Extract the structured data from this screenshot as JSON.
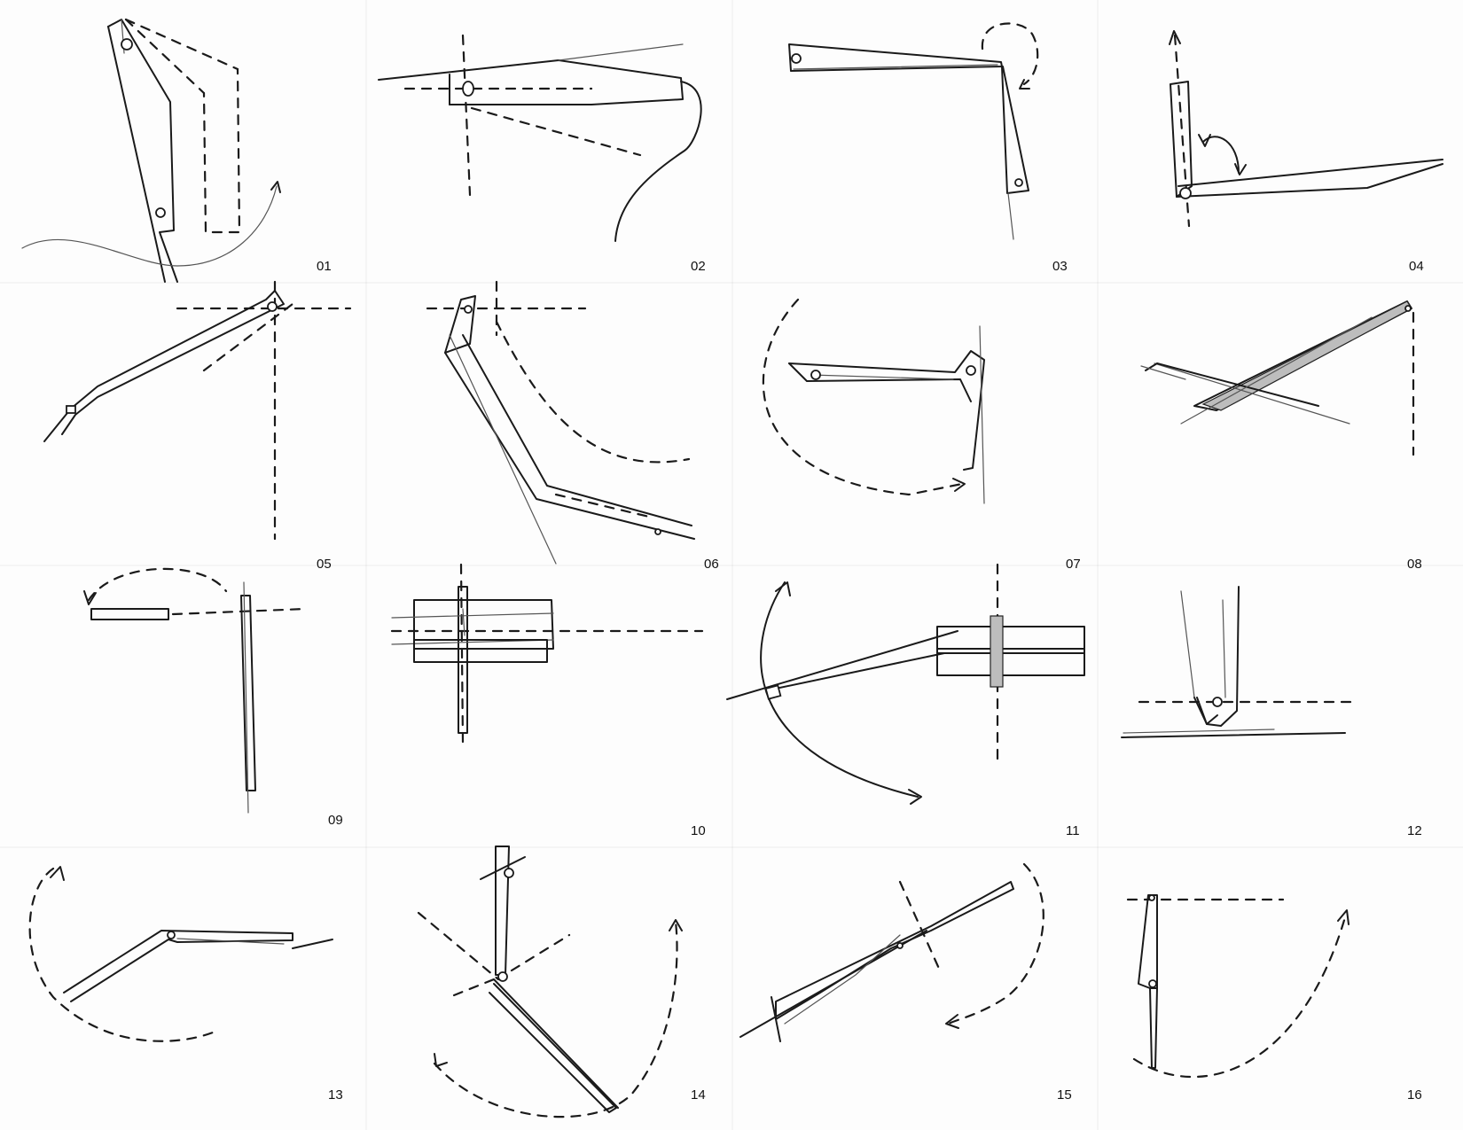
{
  "panels": [
    {
      "label": "01"
    },
    {
      "label": "02"
    },
    {
      "label": "03"
    },
    {
      "label": "04"
    },
    {
      "label": "05"
    },
    {
      "label": "06"
    },
    {
      "label": "07"
    },
    {
      "label": "08"
    },
    {
      "label": "09"
    },
    {
      "label": "10"
    },
    {
      "label": "11"
    },
    {
      "label": "12"
    },
    {
      "label": "13"
    },
    {
      "label": "14"
    },
    {
      "label": "15"
    },
    {
      "label": "16"
    }
  ]
}
